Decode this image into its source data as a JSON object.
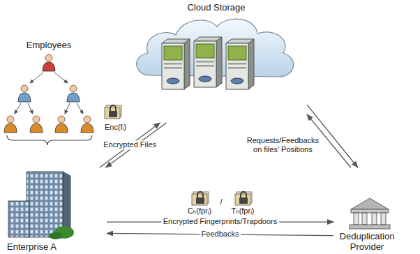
{
  "diagram": {
    "nodes": [
      {
        "text": [
          "Cloud Storage"
        ]
      },
      {
        "text": [
          "Employees"
        ]
      },
      {
        "text": [
          "Enterprise A"
        ]
      },
      {
        "text": [
          "Deduplication Provider"
        ]
      }
    ],
    "edges": [
      {
        "from": 2,
        "to": 0,
        "arrow": "to",
        "label": "Encrypted Files"
      },
      {
        "from": 0,
        "to": 2,
        "arrow": "to"
      },
      {
        "from": 0,
        "to": 3,
        "arrow": "to",
        "label": "Requests/Feedbacks on files' Positions"
      },
      {
        "from": 3,
        "to": 0,
        "arrow": "to"
      },
      {
        "from": 2,
        "to": 3,
        "arrow": "to",
        "label": "Encrypted Fingerprints/Trapdoors"
      },
      {
        "from": 3,
        "to": 2,
        "arrow": "to",
        "label": "Feedbacks"
      }
    ],
    "labels": [
      "Enc(fᵢ)",
      "Cₕ(fprᵢ)",
      "/",
      "Tₕ(fprᵢ)"
    ]
  }
}
